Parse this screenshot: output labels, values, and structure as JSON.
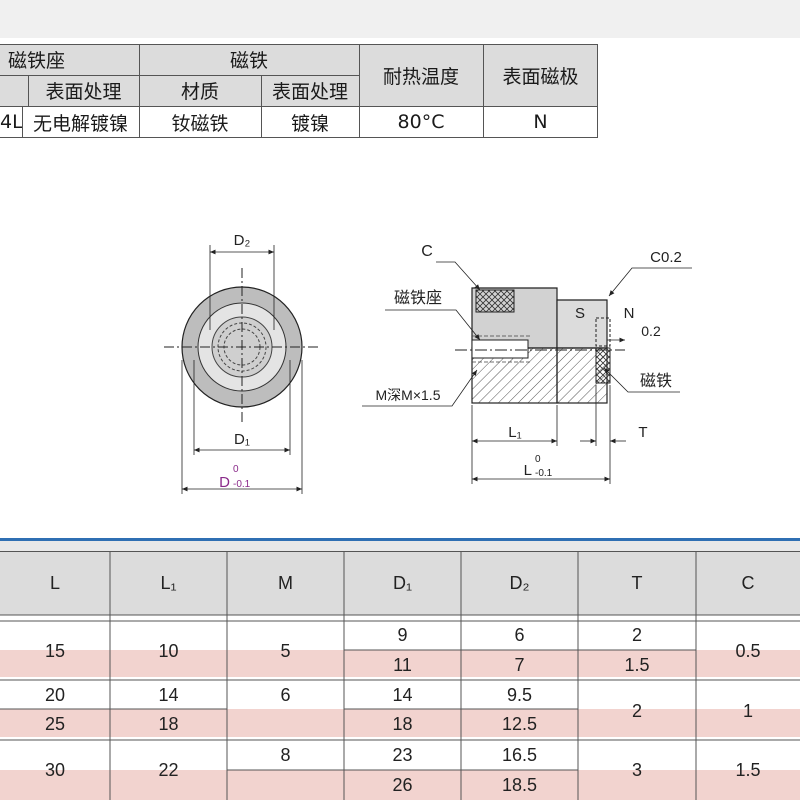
{
  "spec_table": {
    "group_headers": {
      "magnet_seat": "磁铁座",
      "magnet": "磁铁",
      "heat_resistance": "耐热温度",
      "surface_pole": "表面磁极"
    },
    "sub_headers": {
      "seat_surface": "表面处理",
      "magnet_material": "材质",
      "magnet_surface": "表面处理"
    },
    "values": {
      "seat_material_partial": "4L",
      "seat_surface": "无电解镀镍",
      "magnet_material": "钕磁铁",
      "magnet_surface": "镀镍",
      "temperature": "80°C",
      "pole": "N"
    }
  },
  "drawing": {
    "labels": {
      "d2": "D₂",
      "d1": "D₁",
      "d": "D",
      "d_tol_upper": "0",
      "d_tol_lower": "-0.1",
      "c": "C",
      "c02": "C0.2",
      "seat": "磁铁座",
      "s": "S",
      "n": "N",
      "n_offset": "0.2",
      "thread": "M深M×1.5",
      "magnet": "磁铁",
      "l1": "L₁",
      "t": "T",
      "l": "L",
      "l_tol_upper": "0",
      "l_tol_lower": "-0.1"
    }
  },
  "dims_table": {
    "headers": [
      "L",
      "L₁",
      "M",
      "D₁",
      "D₂",
      "T",
      "C"
    ],
    "cells": {
      "l_15": "15",
      "l1_10": "10",
      "m_5": "5",
      "d1_9": "9",
      "d2_6": "6",
      "t_2a": "2",
      "d1_11": "11",
      "d2_7": "7",
      "t_15": "1.5",
      "c_05": "0.5",
      "l_20": "20",
      "l1_14": "14",
      "m_6": "6",
      "d1_14": "14",
      "d2_95": "9.5",
      "l_25": "25",
      "l1_18": "18",
      "d1_18": "18",
      "d2_125": "12.5",
      "t_2b": "2",
      "c_1": "1",
      "m_8": "8",
      "d1_23": "23",
      "d2_165": "16.5",
      "l_30": "30",
      "l1_22": "22",
      "t_3": "3",
      "c_15": "1.5",
      "d1_26": "26",
      "d2_185": "18.5"
    }
  },
  "colors": {
    "header_gray": "#dcdcdc",
    "row_pink": "#f2d3cf",
    "rule_blue": "#2f6fb3",
    "tolerance_purple": "#8a2a8a"
  }
}
